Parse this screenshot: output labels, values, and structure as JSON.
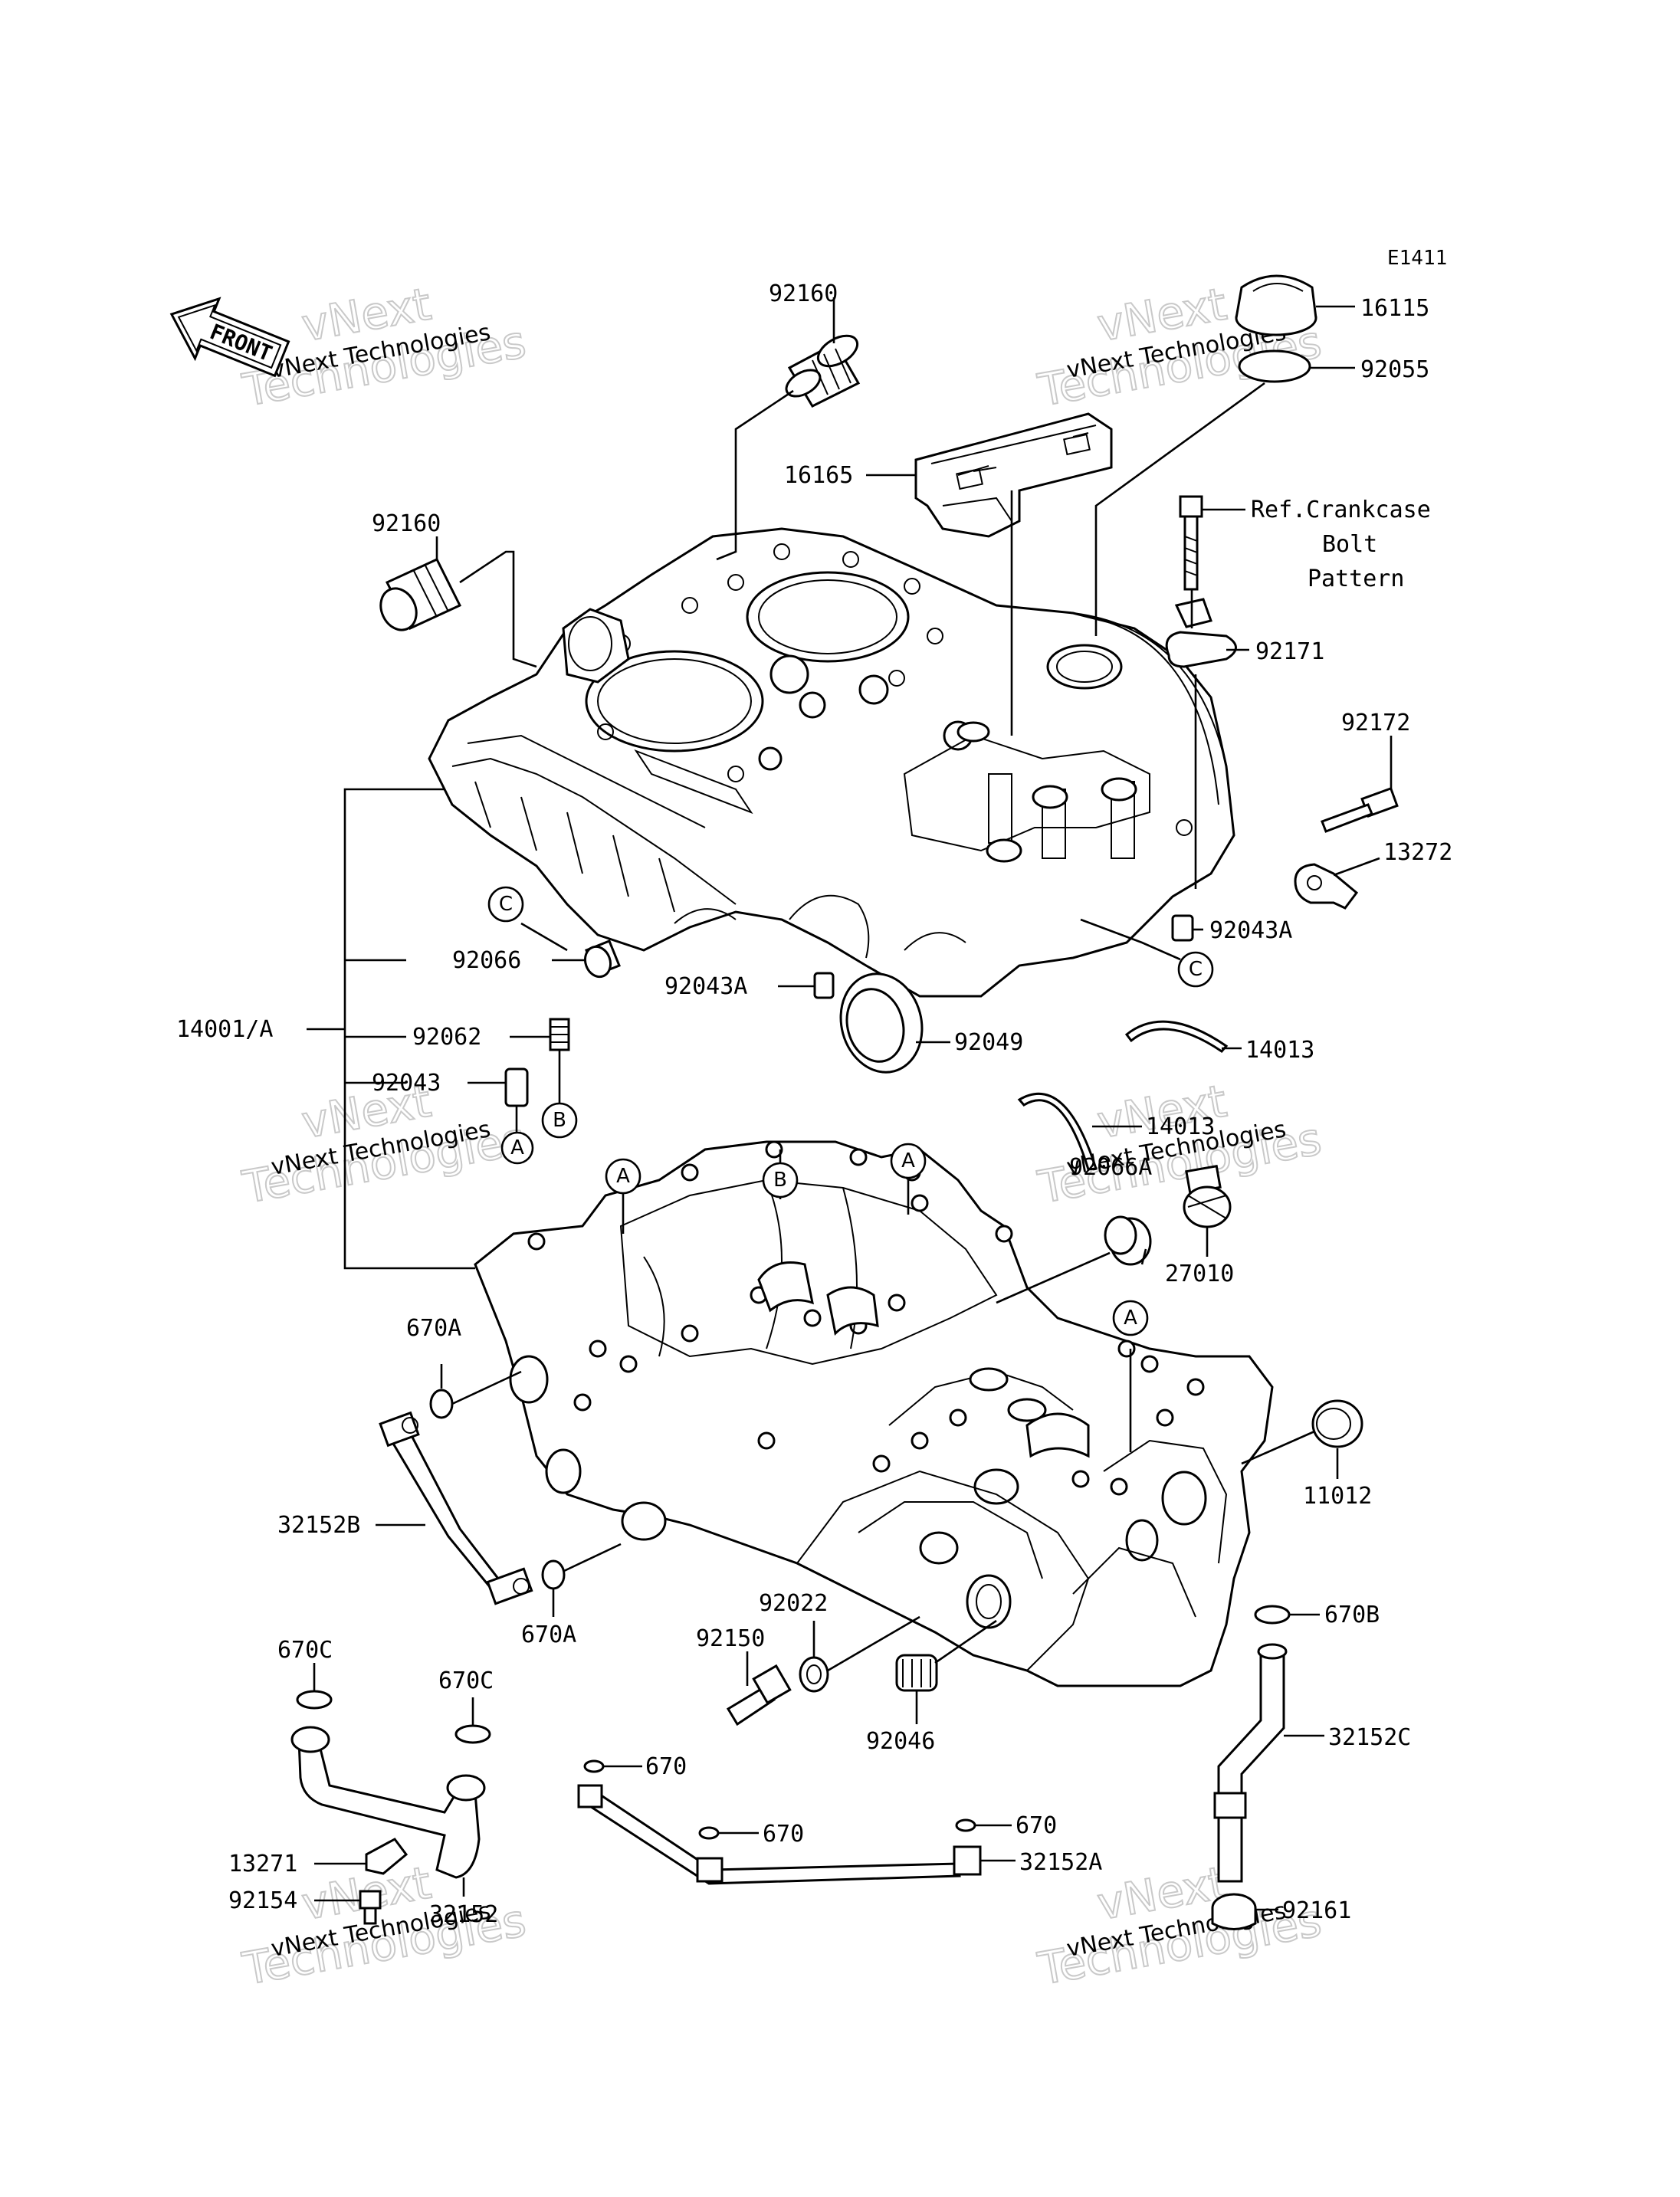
{
  "diagram_code": "E1411",
  "front_label": "FRONT",
  "reference_note": [
    "Ref.Crankcase",
    "Bolt",
    "Pattern"
  ],
  "watermark": {
    "line1": "vNext Technologies",
    "line2": "vNext",
    "line3": "Technologies"
  },
  "part_numbers": {
    "p16115": "16115",
    "p92055": "92055",
    "p92160_top": "92160",
    "p92160_left": "92160",
    "p16165": "16165",
    "p92171": "92171",
    "p92172": "92172",
    "p13272": "13272",
    "p92043A_r": "92043A",
    "p92043A_c": "92043A",
    "p92066": "92066",
    "p14001A": "14001/A",
    "p92062": "92062",
    "p92043": "92043",
    "p92049": "92049",
    "p14013_a": "14013",
    "p14013_b": "14013",
    "p92066A": "92066A",
    "p27010": "27010",
    "p670A_top": "670A",
    "p32152B": "32152B",
    "p670A_bot": "670A",
    "p11012": "11012",
    "p670B": "670B",
    "p92022": "92022",
    "p92150": "92150",
    "p92046": "92046",
    "p32152C": "32152C",
    "p670C_l": "670C",
    "p670C_r": "670C",
    "p670_a": "670",
    "p670_b": "670",
    "p670_c": "670",
    "p32152A": "32152A",
    "p13271": "13271",
    "p92154": "92154",
    "p32152": "32152",
    "p92161": "92161"
  },
  "callouts": {
    "c1": "C",
    "c2": "C",
    "b1": "B",
    "b2": "B",
    "a1": "A",
    "a2": "A",
    "a3": "A",
    "a4": "A"
  }
}
